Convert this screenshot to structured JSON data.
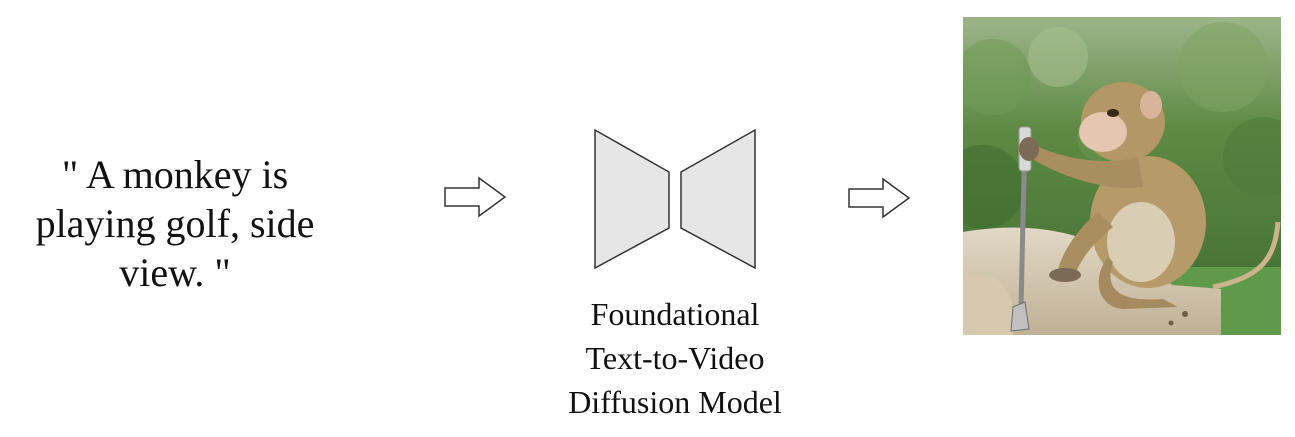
{
  "prompt": {
    "line1": "\" A monkey is",
    "line2": "playing golf, side",
    "line3": "view. \""
  },
  "model": {
    "line1": "Foundational",
    "line2": "Text-to-Video",
    "line3": "Diffusion Model"
  },
  "output": {
    "subject": "monkey holding golf club on stone ledge"
  },
  "colors": {
    "stroke": "#333333",
    "shape_fill": "#e6e6e6",
    "foliage": "#4f7a3e",
    "fur": "#b69a6a",
    "ledge": "#cfc3ac"
  }
}
